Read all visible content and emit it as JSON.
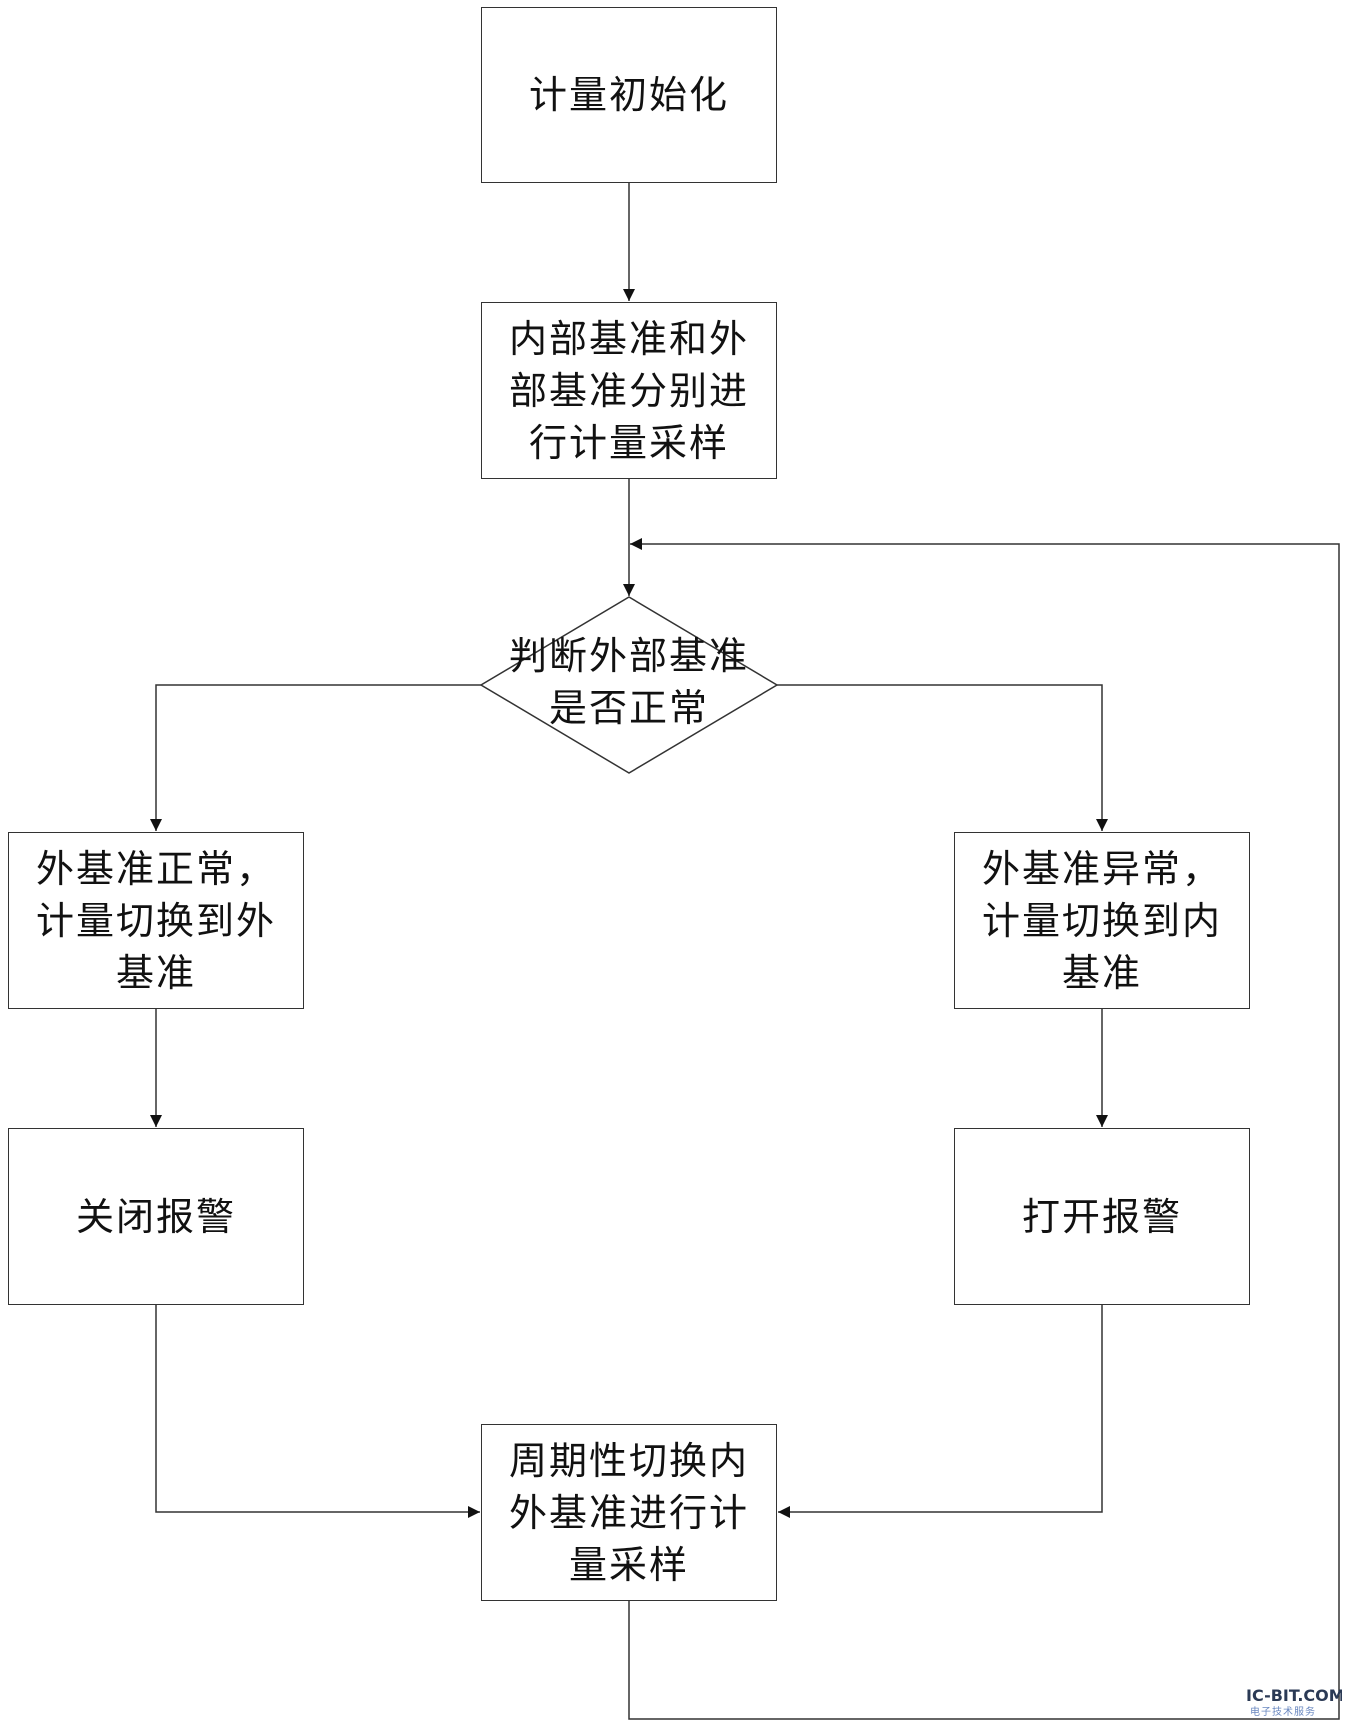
{
  "flowchart": {
    "nodes": {
      "metering_init": "计量初始化",
      "sample_both": "内部基准和外部基准分别进行计量采样",
      "decision_external_ok": "判断外部基准是否正常",
      "external_normal_switch": "外基准正常，计量切换到外基准",
      "external_abnormal_switch": "外基准异常，计量切换到内基准",
      "close_alarm": "关闭报警",
      "open_alarm": "打开报警",
      "periodic_switch_sample": "周期性切换内外基准进行计量采样"
    }
  },
  "watermark": {
    "logo": "IC-BIT.COM",
    "tagline": "电子技术服务"
  }
}
